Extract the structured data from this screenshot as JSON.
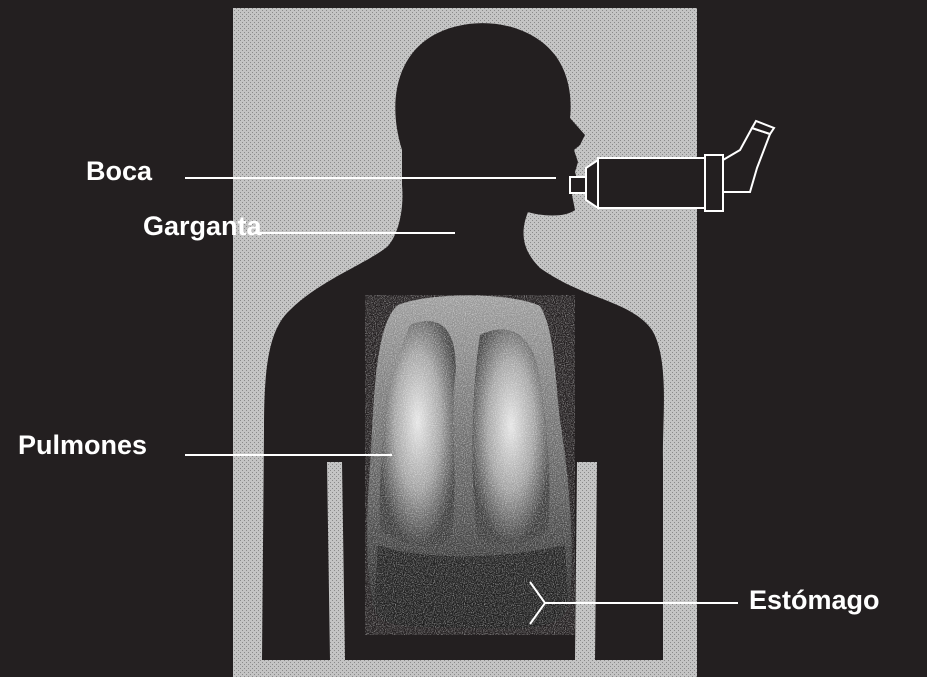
{
  "labels": {
    "boca": "Boca",
    "garganta": "Garganta",
    "pulmones": "Pulmones",
    "estomago": "Estómago"
  },
  "colors": {
    "background": "#231f20",
    "panel": "#b8b8b8",
    "silhouette": "#231f20",
    "label_text": "#ffffff",
    "leader_line": "#ffffff"
  },
  "icons": {
    "inhaler": "inhaler-icon"
  }
}
